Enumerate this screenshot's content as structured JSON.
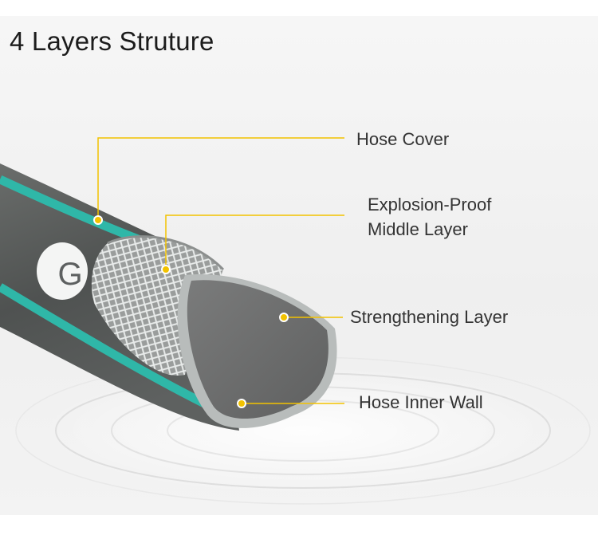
{
  "title": "4 Layers Struture",
  "brand_letter": "G",
  "colors": {
    "accent_teal": "#2fb7a8",
    "hose_gray": "#5a5d5c",
    "inner_gray": "#6a6b6b",
    "leader_yellow": "#f2c200"
  },
  "labels": {
    "hose_cover": "Hose Cover",
    "explosion_proof_1": "Explosion-Proof",
    "explosion_proof_2": "Middle Layer",
    "strengthening": "Strengthening Layer",
    "inner_wall": "Hose Inner Wall"
  }
}
